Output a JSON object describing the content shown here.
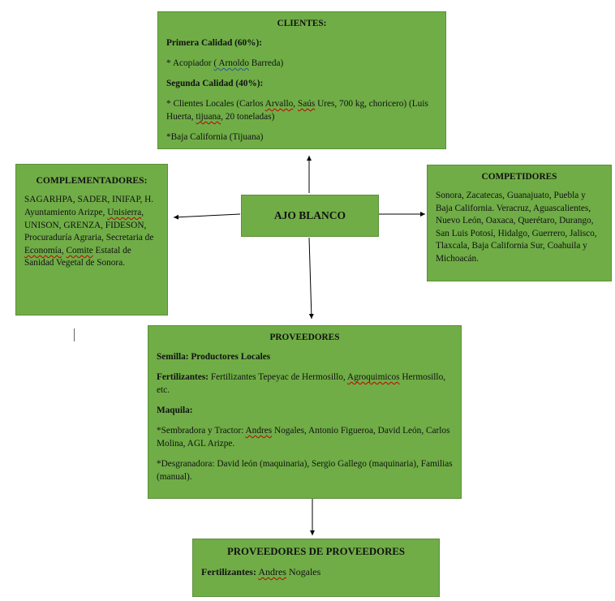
{
  "clientes": {
    "title": "CLIENTES:",
    "primera_label": "Primera Calidad (60%):",
    "acopiador_pre": "* Acopiador ",
    "acopiador_name": "( Arnoldo",
    "acopiador_post": " Barreda)",
    "segunda_label": "Segunda Calidad (40%):",
    "locales_a": "* Clientes Locales (Carlos ",
    "locales_arvallo": "Arvallo",
    "locales_b": ", ",
    "locales_saus": "Saús",
    "locales_c": " Ures, 700 kg, choricero) (Luis Huerta, ",
    "locales_tijuana": "tijuana",
    "locales_d": ", 20 toneladas)",
    "baja": "*Baja California (Tijuana)"
  },
  "complementadores": {
    "title": "COMPLEMENTADORES:",
    "t1": "SAGARHPA, SADER, INIFAP, H. Ayuntamiento Arizpe, ",
    "unisierra": "Unisierra",
    "t2": ", UNISON, GRENZA, FIDESON, Procuraduría Agraria, Secretaria de ",
    "economia": "Economía",
    "t3": ", ",
    "comite": "Comite",
    "t4": " Estatal de Sanidad Vegetal de Sonora."
  },
  "center": {
    "title": "AJO BLANCO"
  },
  "competidores": {
    "title": "COMPETIDORES",
    "text": "Sonora, Zacatecas, Guanajuato, Puebla y Baja California. Veracruz, Aguascalientes, Nuevo León, Oaxaca, Querétaro, Durango, San Luis Potosí, Hidalgo, Guerrero, Jalisco, Tlaxcala, Baja California Sur, Coahuila y Michoacán."
  },
  "proveedores": {
    "title": "PROVEEDORES",
    "semilla": "Semilla: Productores Locales",
    "fert_label": "Fertilizantes:",
    "fert_a": " Fertilizantes Tepeyac de Hermosillo, ",
    "fert_agro": "Agroquimicos",
    "fert_b": " Hermosillo, etc.",
    "maquila": "Maquila:",
    "sembr_a": "*Sembradora y Tractor: ",
    "sembr_andres": "Andres",
    "sembr_b": " Nogales, Antonio Figueroa, David León, Carlos Molina, AGL Arizpe.",
    "desgr": "*Desgranadora: David león (maquinaria), Sergio Gallego (maquinaria), Familias (manual)."
  },
  "prov_prov": {
    "title": "PROVEEDORES DE PROVEEDORES",
    "label": "Fertilizantes:",
    "andres": "Andres",
    "rest": " Nogales"
  },
  "colors": {
    "box": "#70ad47",
    "arrow": "#000000",
    "spellcheck": "#c00000"
  }
}
